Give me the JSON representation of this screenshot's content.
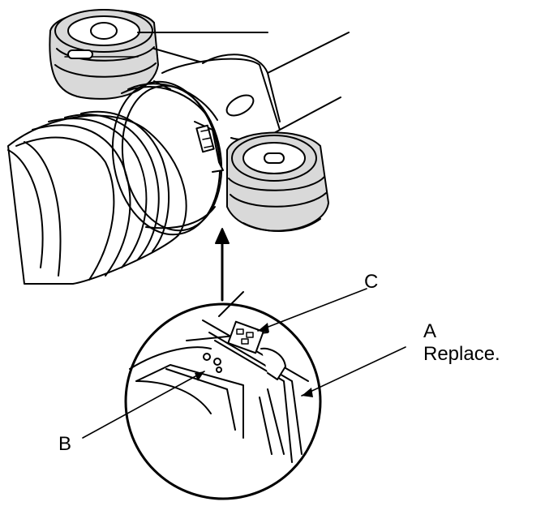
{
  "diagram": {
    "callouts": {
      "c": {
        "letter": "C"
      },
      "a": {
        "letter": "A",
        "note": "Replace."
      },
      "b": {
        "letter": "B"
      }
    },
    "colors": {
      "ink": "#000000",
      "paper": "#ffffff",
      "shade": "#d9d9d9"
    }
  }
}
